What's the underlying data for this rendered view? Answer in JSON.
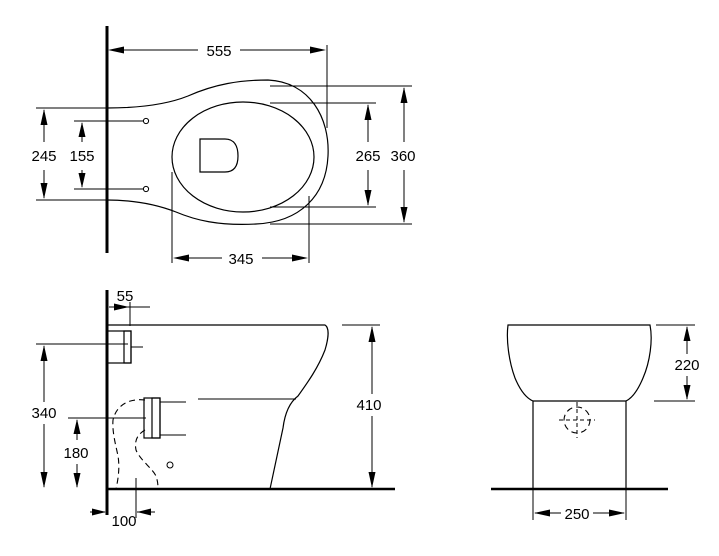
{
  "plan_view": {
    "overall_length": "555",
    "overall_width": "360",
    "bowl_width": "265",
    "bowl_length": "345",
    "fixing_span_outer": "245",
    "fixing_span_inner": "155"
  },
  "side_view": {
    "wall_offset": "55",
    "inlet_height": "340",
    "outlet_height": "180",
    "outlet_offset": "100",
    "overall_height": "410"
  },
  "end_view": {
    "bowl_height": "220",
    "base_width": "250"
  }
}
